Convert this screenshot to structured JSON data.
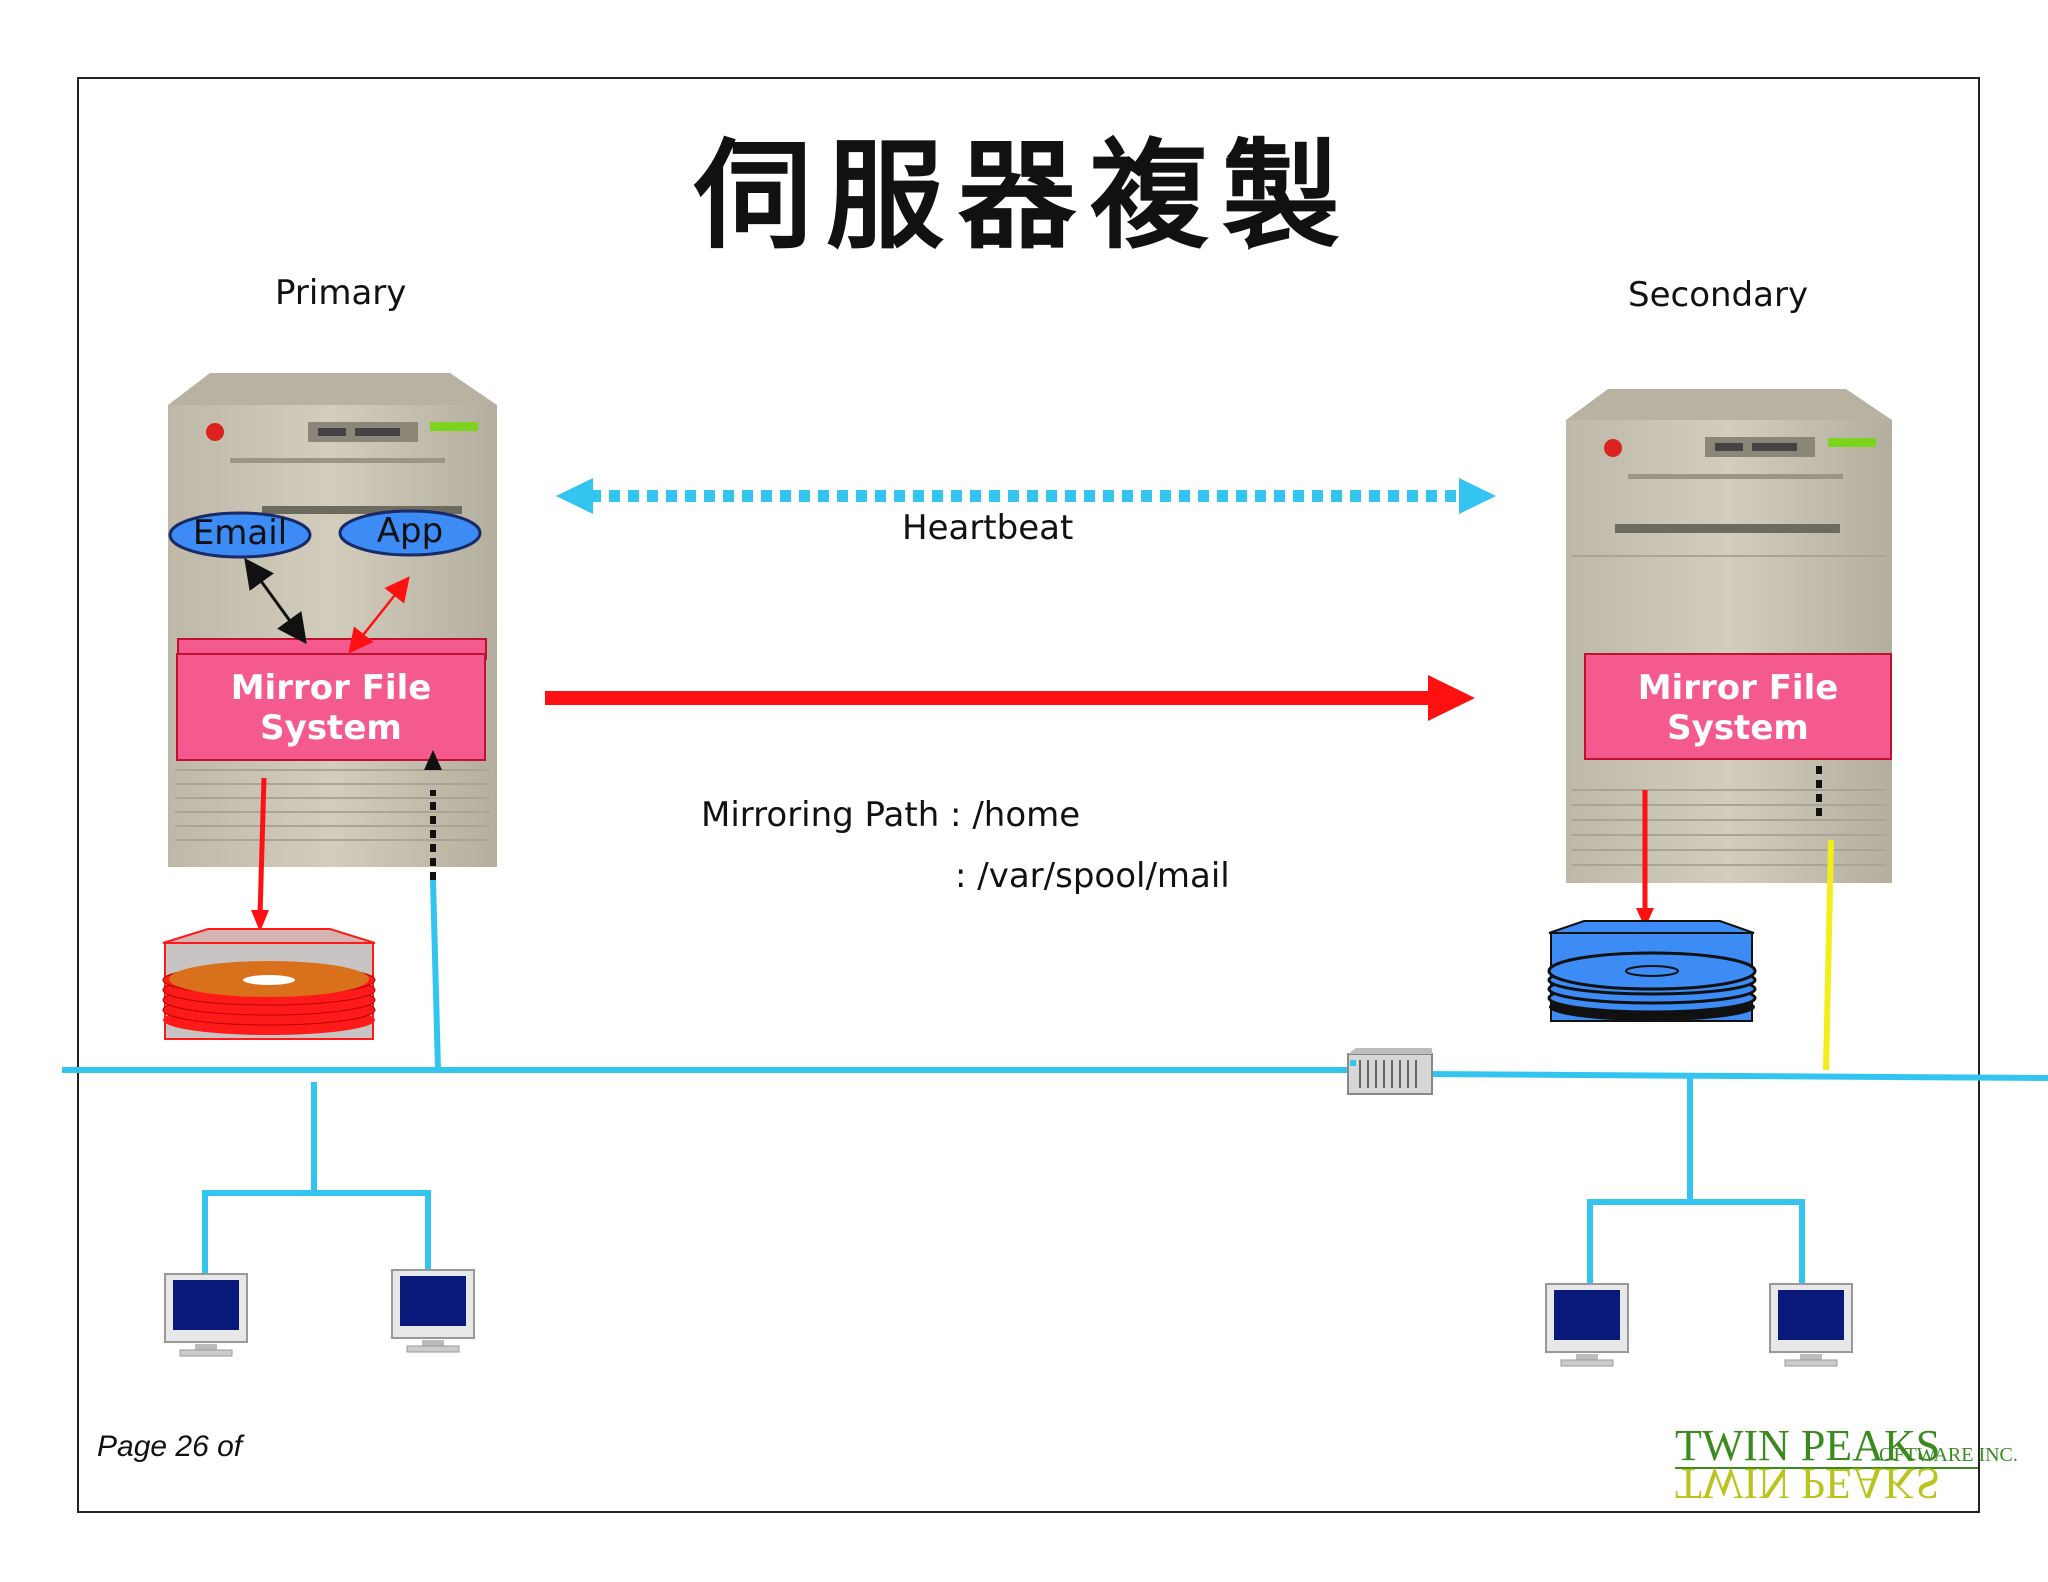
{
  "title": "伺服器複製",
  "primary_label": "Primary",
  "secondary_label": "Secondary",
  "heartbeat_label": "Heartbeat",
  "email_label": "Email",
  "app_label": "App",
  "primary_mfs": {
    "line1": "Mirror File",
    "line2": "System"
  },
  "secondary_mfs": {
    "line1": "Mirror File",
    "line2": "System"
  },
  "mirroring_path": {
    "line1": "Mirroring Path : /home",
    "line2": ": /var/spool/mail"
  },
  "page_number": "Page 26 of",
  "logo": {
    "name": "TWIN PEAKS",
    "suffix": "OFTWARE INC."
  },
  "colors": {
    "network": "#33c4f0",
    "mirror_arrow": "#ff1111",
    "mfs_fill": "#f55a8f",
    "pill_fill": "#3d8bf5",
    "server": "#c9c4b4",
    "primary_disk": "#ff1a1a",
    "secondary_disk": "#3d8bf5",
    "standby_link": "#f2ee1a"
  }
}
